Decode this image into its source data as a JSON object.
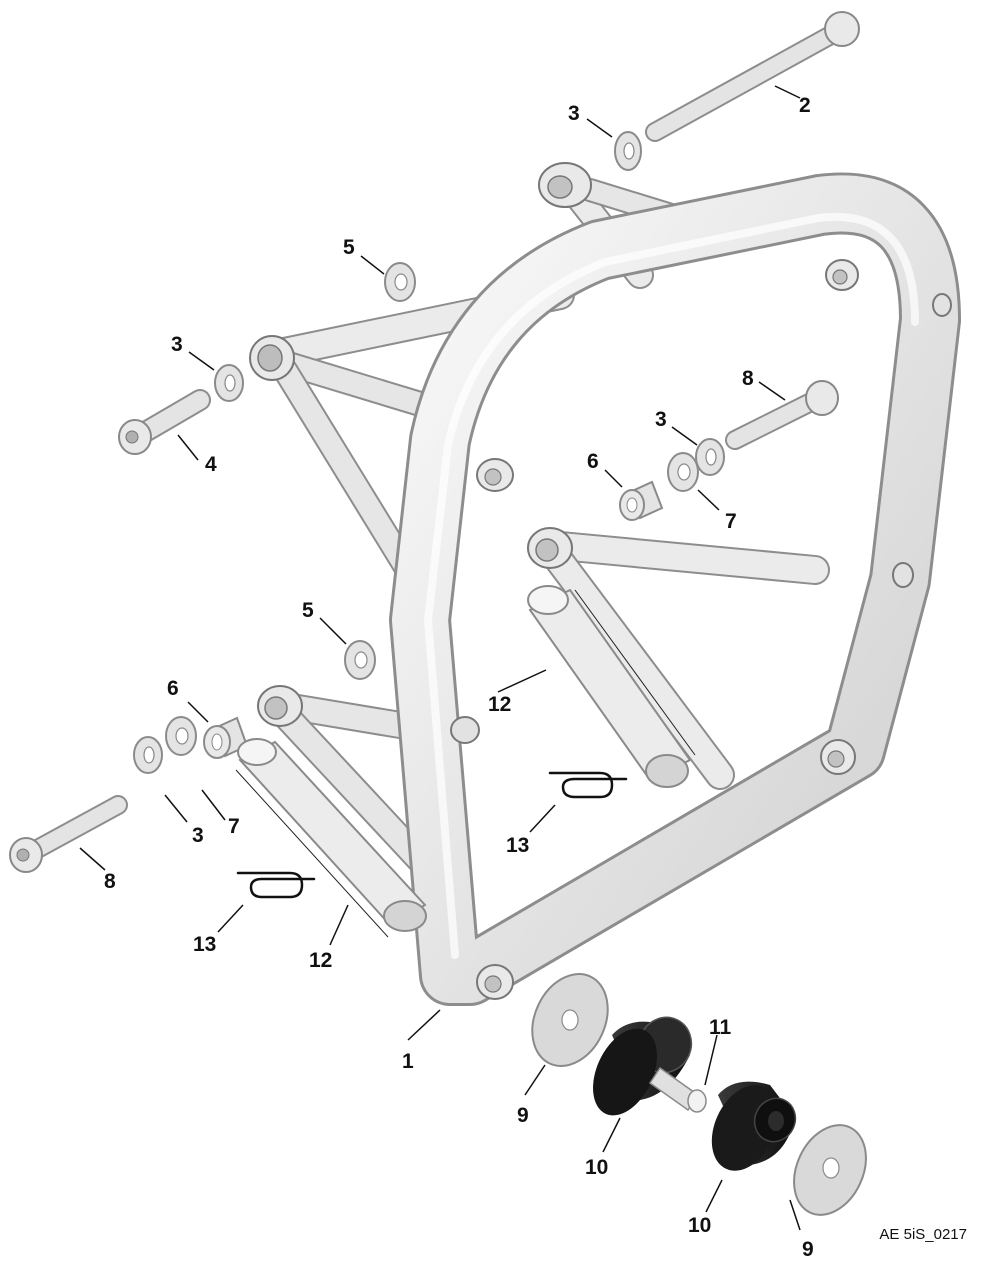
{
  "drawing_reference": "AE 5iS_0217",
  "callouts": {
    "c1": "1",
    "c2": "2",
    "c3a": "3",
    "c3b": "3",
    "c3c": "3",
    "c3d": "3",
    "c4": "4",
    "c5a": "5",
    "c5b": "5",
    "c6a": "6",
    "c6b": "6",
    "c7a": "7",
    "c7b": "7",
    "c8a": "8",
    "c8b": "8",
    "c9a": "9",
    "c9b": "9",
    "c10a": "10",
    "c10b": "10",
    "c11": "11",
    "c12a": "12",
    "c12b": "12",
    "c13a": "13",
    "c13b": "13"
  },
  "colors": {
    "part_fill": "#e9e9e9",
    "part_edge": "#8d8d8d",
    "rubber": "#1f1f1f",
    "text": "#111111"
  }
}
